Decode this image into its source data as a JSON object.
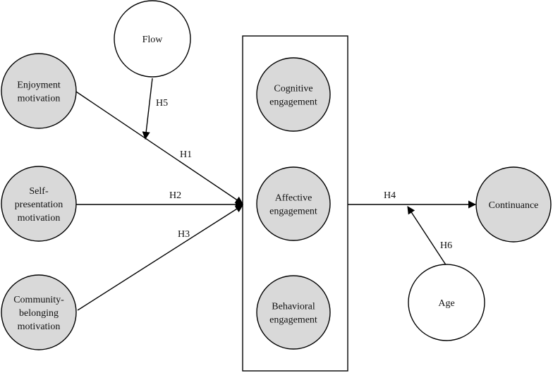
{
  "colors": {
    "construct_fill": "#d9d9d9",
    "moderator_fill": "#ffffff",
    "stroke": "#000000"
  },
  "nodes": {
    "flow": {
      "lines": [
        "Flow"
      ]
    },
    "enjoyment": {
      "lines": [
        "Enjoyment",
        "motivation"
      ]
    },
    "self_presentation": {
      "lines": [
        "Self-",
        "presentation",
        "motivation"
      ]
    },
    "community": {
      "lines": [
        "Community-",
        "belonging",
        "motivation"
      ]
    },
    "cognitive": {
      "lines": [
        "Cognitive",
        "engagement"
      ]
    },
    "affective": {
      "lines": [
        "Affective",
        "engagement"
      ]
    },
    "behavioral": {
      "lines": [
        "Behavioral",
        "engagement"
      ]
    },
    "continuance": {
      "lines": [
        "Continuance"
      ]
    },
    "age": {
      "lines": [
        "Age"
      ]
    }
  },
  "hypotheses": {
    "h1": "H1",
    "h2": "H2",
    "h3": "H3",
    "h4": "H4",
    "h5": "H5",
    "h6": "H6"
  }
}
